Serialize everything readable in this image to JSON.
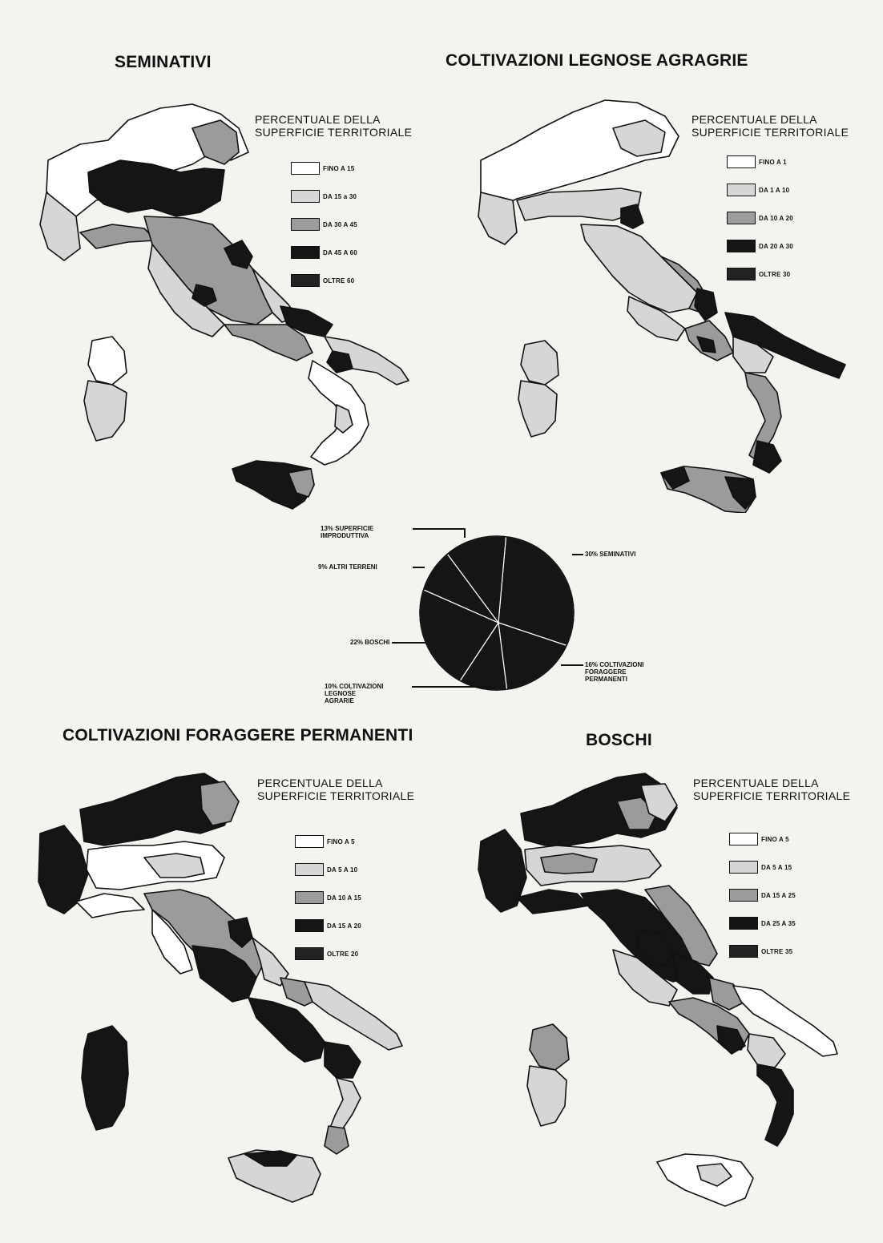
{
  "legend_colors": {
    "c0": "#ffffff",
    "c1": "#d6d6d6",
    "c2": "#9b9b9b",
    "c3": "#151515",
    "c4": "#222222"
  },
  "maps": [
    {
      "title": "SEMINATIVI",
      "subtitle": "PERCENTUALE DELLA\nSUPERFICIE TERRITORIALE",
      "legend": [
        "FINO A 15",
        "DA 15 a 30",
        "DA 30 A 45",
        "DA 45 A 60",
        "OLTRE 60"
      ]
    },
    {
      "title": "COLTIVAZIONI LEGNOSE AGRAGRIE",
      "subtitle": "PERCENTUALE DELLA\nSUPERFICIE TERRITORIALE",
      "legend": [
        "FINO A 1",
        "DA 1 A 10",
        "DA 10 A 20",
        "DA 20 A 30",
        "OLTRE 30"
      ]
    },
    {
      "title": "COLTIVAZIONI FORAGGERE PERMANENTI",
      "subtitle": "PERCENTUALE DELLA\nSUPERFICIE TERRITORIALE",
      "legend": [
        "FINO A 5",
        "DA 5 A 10",
        "DA 10 A 15",
        "DA 15 A 20",
        "OLTRE 20"
      ]
    },
    {
      "title": "BOSCHI",
      "subtitle": "PERCENTUALE DELLA\nSUPERFICIE TERRITORIALE",
      "legend": [
        "FINO A 5",
        "DA 5 A 15",
        "DA 15 A 25",
        "DA 25 A 35",
        "OLTRE 35"
      ]
    }
  ],
  "chart_data": {
    "type": "pie",
    "slices": [
      {
        "label": "30% SEMINATIVI",
        "value": 30
      },
      {
        "label": "16% COLTIVAZIONI\nFORAGGERE\nPERMANENTI",
        "value": 16
      },
      {
        "label": "10% COLTIVAZIONI\nLEGNOSE\nAGRARIE",
        "value": 10
      },
      {
        "label": "22% BOSCHI",
        "value": 22
      },
      {
        "label": "9% ALTRI TERRENI",
        "value": 9
      },
      {
        "label": "13% SUPERFICIE\nIMPRODUTTIVA",
        "value": 13
      }
    ]
  }
}
